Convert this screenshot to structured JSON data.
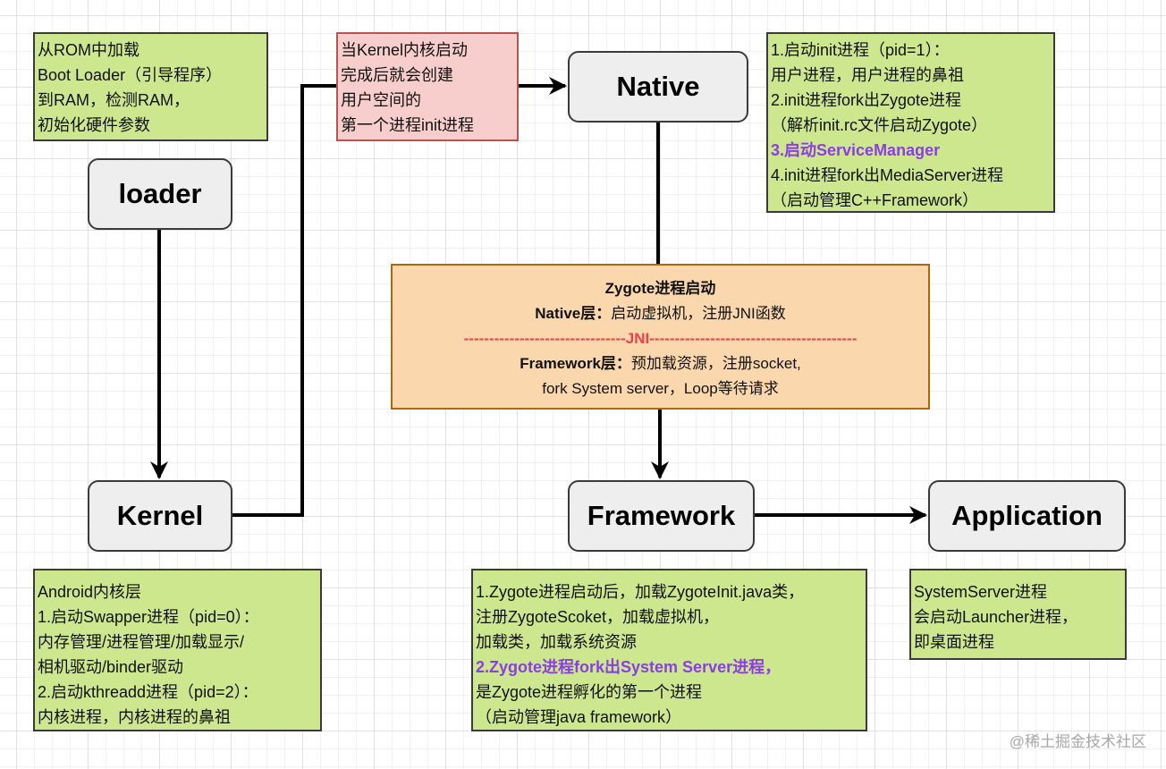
{
  "nodes": {
    "loader": "loader",
    "kernel": "Kernel",
    "native": "Native",
    "framework": "Framework",
    "application": "Application"
  },
  "notes": {
    "bootloader": {
      "lines": [
        "从ROM中加载",
        "Boot Loader（引导程序）",
        "到RAM，检测RAM，",
        "初始化硬件参数"
      ]
    },
    "kernel_to_native": {
      "lines": [
        "当Kernel内核启动",
        "完成后就会创建",
        "用户空间的",
        "第一个进程init进程"
      ]
    },
    "native": {
      "lines": [
        "1.启动init进程（pid=1）：",
        "用户进程，用户进程的鼻祖",
        "2.init进程fork出Zygote进程",
        "（解析init.rc文件启动Zygote）",
        "3.启动ServiceManager",
        "4.init进程fork出MediaServer进程",
        "（启动管理C++Framework）"
      ],
      "highlight_line": "3.启动ServiceManager"
    },
    "kernel": {
      "lines": [
        "Android内核层",
        "1.启动Swapper进程（pid=0）：",
        "内存管理/进程管理/加载显示/",
        "相机驱动/binder驱动",
        "2.启动kthreadd进程（pid=2）：",
        "内核进程，内核进程的鼻祖"
      ]
    },
    "framework": {
      "lines": [
        "1.Zygote进程启动后，加载ZygoteInit.java类，",
        "注册ZygoteScoket，加载虚拟机，",
        "加载类，加载系统资源",
        "2.Zygote进程fork出System Server进程，",
        "是Zygote进程孵化的第一个进程",
        "（启动管理java framework）"
      ],
      "highlight_line": "2.Zygote进程fork出System Server进程，"
    },
    "application": {
      "lines": [
        "SystemServer进程",
        "会启动Launcher进程，",
        "即桌面进程"
      ]
    }
  },
  "zygote": {
    "title": "Zygote进程启动",
    "native_label": "Native层：",
    "native_text": "启动虚拟机，注册JNI函数",
    "separator_label": "JNI",
    "framework_label": "Framework层：",
    "framework_text": "预加载资源，注册socket,",
    "framework_text2": "fork System server，Loop等待请求"
  },
  "edges": [
    {
      "from": "loader",
      "to": "kernel"
    },
    {
      "from": "kernel",
      "to": "native"
    },
    {
      "from": "native",
      "to": "framework",
      "via": "zygote"
    },
    {
      "from": "framework",
      "to": "application"
    }
  ],
  "colors": {
    "note_green": "#cde78f",
    "note_red": "#f8cecc",
    "zygote_orange": "#fad7ac",
    "highlight_purple": "#8b3fe0",
    "jni_red": "#e8424b"
  },
  "watermark": "@稀土掘金技术社区"
}
